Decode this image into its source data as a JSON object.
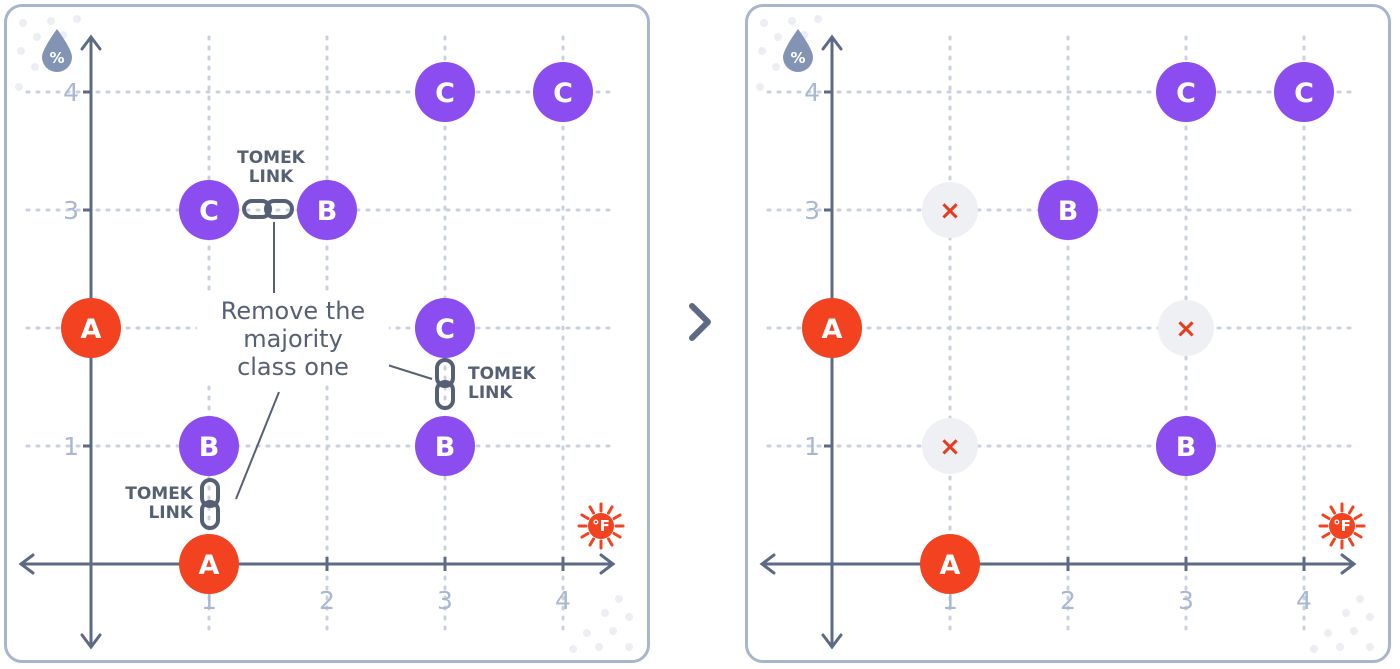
{
  "colors": {
    "class_a": "#f2421f",
    "class_b": "#8b4cf0",
    "class_c": "#8b4cf0",
    "axis": "#5d6a85",
    "grid": "#c9d0df",
    "removed_marker": "#e83a1e"
  },
  "icons": {
    "y_axis": "humidity-percent-icon",
    "x_axis": "temperature-fahrenheit-icon",
    "y_axis_symbol": "%",
    "x_axis_symbol": "°F",
    "next_arrow": "chevron-right-icon"
  },
  "left_panel": {
    "x_ticks": [
      "1",
      "2",
      "3",
      "4"
    ],
    "y_ticks": [
      "1",
      "2",
      "3",
      "4"
    ],
    "points": [
      {
        "label": "A",
        "x": 0,
        "y": 2
      },
      {
        "label": "A",
        "x": 1,
        "y": 0
      },
      {
        "label": "B",
        "x": 1,
        "y": 1
      },
      {
        "label": "B",
        "x": 3,
        "y": 1
      },
      {
        "label": "B",
        "x": 2,
        "y": 3
      },
      {
        "label": "C",
        "x": 1,
        "y": 3
      },
      {
        "label": "C",
        "x": 3,
        "y": 2
      },
      {
        "label": "C",
        "x": 3,
        "y": 4
      },
      {
        "label": "C",
        "x": 4,
        "y": 4
      }
    ],
    "tomek_link_line1": "TOMEK",
    "tomek_link_line2": "LINK",
    "annotation_lines": [
      "Remove the",
      "majority",
      "class one"
    ]
  },
  "right_panel": {
    "x_ticks": [
      "1",
      "2",
      "3",
      "4"
    ],
    "y_ticks": [
      "1",
      "2",
      "3",
      "4"
    ],
    "points": [
      {
        "label": "A",
        "x": 0,
        "y": 2
      },
      {
        "label": "A",
        "x": 1,
        "y": 0
      },
      {
        "label": "B",
        "x": 3,
        "y": 1
      },
      {
        "label": "B",
        "x": 2,
        "y": 3
      },
      {
        "label": "C",
        "x": 3,
        "y": 4
      },
      {
        "label": "C",
        "x": 4,
        "y": 4
      }
    ],
    "removed_points": [
      {
        "x": 1,
        "y": 1
      },
      {
        "x": 1,
        "y": 3
      },
      {
        "x": 3,
        "y": 2
      }
    ],
    "removed_marker": "×"
  }
}
